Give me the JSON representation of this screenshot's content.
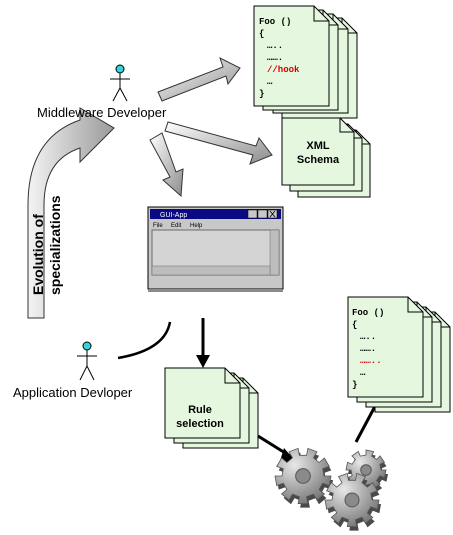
{
  "actors": {
    "middleware": "Middleware Developer",
    "application": "Application Devloper"
  },
  "evolution": {
    "line1": "Evolution of",
    "line2": "specializations"
  },
  "doc_top": {
    "lines": [
      "Foo ()",
      "{",
      "…..",
      "…….",
      "//hook",
      "…",
      "}"
    ],
    "highlight_index": 4,
    "highlight_color": "#d40000"
  },
  "schema_doc": {
    "line1": "XML",
    "line2": "Schema"
  },
  "gui_window": {
    "title": "GUI-App",
    "menu": [
      "File",
      "Edit",
      "Help"
    ]
  },
  "rule_doc": {
    "line1": "Rule",
    "line2": "selection"
  },
  "doc_bottom": {
    "lines": [
      "Foo ()",
      "{",
      "…..",
      "…….",
      "……..",
      "…",
      "}"
    ],
    "highlight_index": 4,
    "highlight_color": "#d40000"
  },
  "colors": {
    "doc_fill": "#e6f7e0",
    "actor_head": "#2fd8d8",
    "window_title": "#0a0a82",
    "window_body": "#c8c8c8"
  }
}
